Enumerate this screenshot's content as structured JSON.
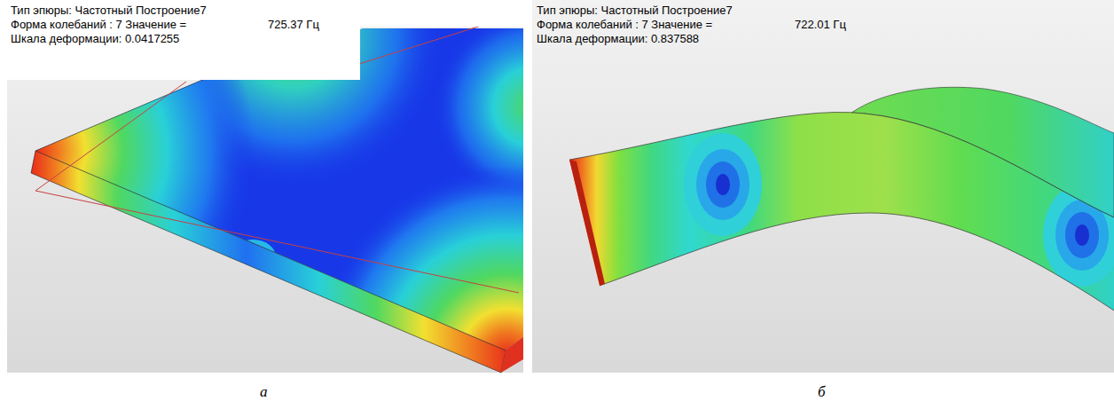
{
  "diagram": {
    "labels": [
      "Тип эпюры: Частотный Построение7",
      "Форма колебаний : 7  Значение =",
      "725.37 Гц",
      "Шкала деформации: 0.0417255",
      "а",
      "Тип эпюры: Частотный Построение7",
      "Форма колебаний : 7  Значение =",
      "722.01 Гц",
      "Шкала деформации: 0.837588",
      "б"
    ]
  }
}
